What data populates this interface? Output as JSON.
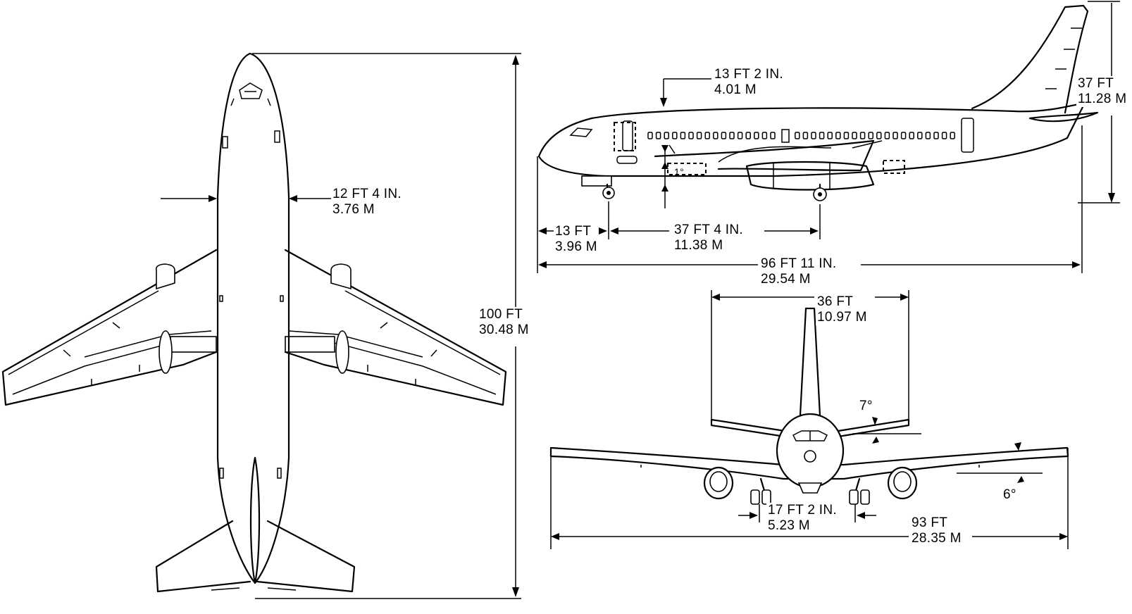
{
  "views": {
    "plan": {
      "fuselage_width": {
        "ft": "12 FT 4 IN.",
        "m": "3.76 M"
      },
      "length": {
        "ft": "100 FT",
        "m": "30.48 M"
      }
    },
    "side": {
      "cabin_height": {
        "ft": "13 FT 2 IN.",
        "m": "4.01 M"
      },
      "tail_height": {
        "ft": "37 FT",
        "m": "11.28 M"
      },
      "nose_to_gear": {
        "ft": "13 FT",
        "m": "3.96 M"
      },
      "wheelbase": {
        "ft": "37 FT 4 IN.",
        "m": "11.38 M"
      },
      "overall_length": {
        "ft": "96 FT 11 IN.",
        "m": "29.54 M"
      },
      "stabilizer_angle": "1°"
    },
    "front": {
      "tail_span": {
        "ft": "36 FT",
        "m": "10.97 M"
      },
      "stabilizer_dihedral": "7°",
      "wing_dihedral": "6°",
      "gear_track": {
        "ft": "17 FT 2 IN.",
        "m": "5.23 M"
      },
      "wingspan": {
        "ft": "93 FT",
        "m": "28.35 M"
      }
    }
  }
}
